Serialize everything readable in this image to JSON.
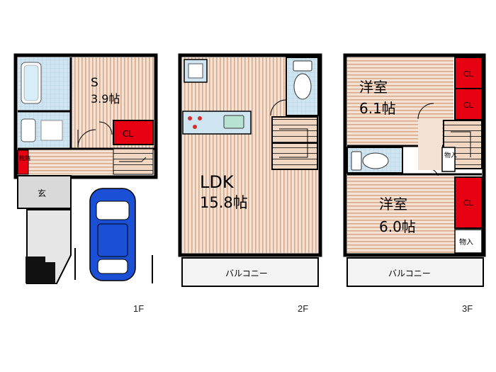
{
  "colors": {
    "floor_stripe": "#e8c9b0",
    "closet_red": "#e60012",
    "wet_area_blue": "#cfe6f2",
    "wall": "#000000",
    "entrance_gray": "#d9d9d9",
    "car_blue": "#1a4fd6",
    "balcony_fill": "#f3f3f3"
  },
  "floors": [
    {
      "label": "1F",
      "rooms": [
        {
          "name": "S",
          "size": "3.9帖"
        },
        {
          "name": "CL"
        },
        {
          "name": "靴箱"
        },
        {
          "name": "玄"
        }
      ],
      "icons": [
        "bathtub-icon",
        "washbasin-icon",
        "staircase-icon",
        "car-icon"
      ]
    },
    {
      "label": "2F",
      "rooms": [
        {
          "name": "LDK",
          "size": "15.8帖"
        },
        {
          "name": "バルコニー"
        }
      ],
      "icons": [
        "refrigerator-icon",
        "kitchen-counter-icon",
        "toilet-icon",
        "staircase-icon"
      ]
    },
    {
      "label": "3F",
      "rooms": [
        {
          "name": "洋室",
          "size": "6.1帖"
        },
        {
          "name": "洋室",
          "size": "6.0帖"
        },
        {
          "name": "CL"
        },
        {
          "name": "CL"
        },
        {
          "name": "CL"
        },
        {
          "name": "物入"
        },
        {
          "name": "物入"
        },
        {
          "name": "バルコニー"
        }
      ],
      "icons": [
        "toilet-icon",
        "staircase-icon"
      ]
    }
  ]
}
